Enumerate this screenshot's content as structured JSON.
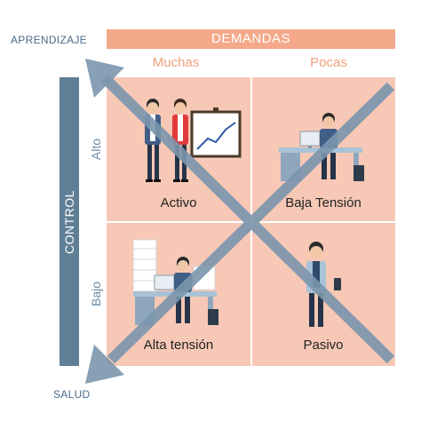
{
  "corners": {
    "top_left": "APRENDIZAJE",
    "bottom_left": "SALUD"
  },
  "demands": {
    "title": "DEMANDAS",
    "columns": [
      "Muchas",
      "Pocas"
    ]
  },
  "control": {
    "title": "CONTROL",
    "rows": [
      "Alto",
      "Bajo"
    ]
  },
  "quadrants": {
    "top_left": "Activo",
    "top_right": "Baja Tensión",
    "bottom_left": "Alta tensión",
    "bottom_right": "Pasivo"
  },
  "colors": {
    "quadrant_fill": "#f7c8b6",
    "header_bar": "#f4a98a",
    "control_bar": "#5f7f96",
    "arrow": "#7b96ad"
  },
  "icons": [
    "person-icon",
    "presentation-board-icon",
    "desk-icon",
    "computer-icon",
    "paper-stack-icon",
    "phone-icon",
    "arrow-icon"
  ]
}
